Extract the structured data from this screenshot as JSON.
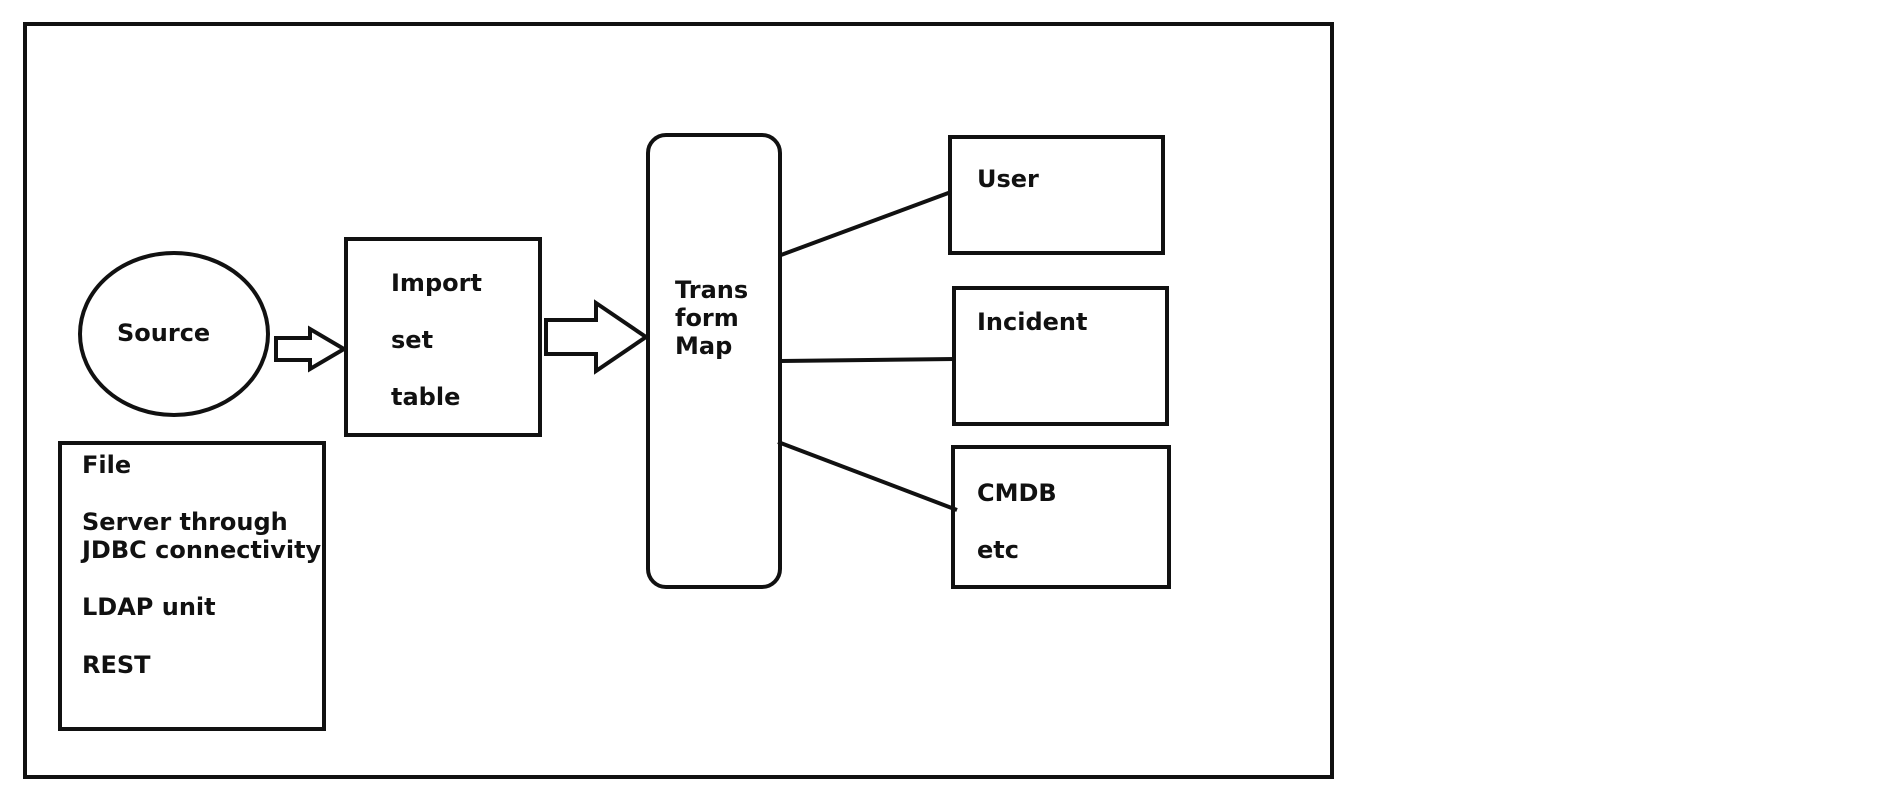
{
  "source": {
    "label": "Source"
  },
  "source_types": {
    "items": [
      "File",
      "Server through",
      "JDBC connectivity",
      "LDAP unit",
      "REST"
    ]
  },
  "import_set": {
    "lines": [
      "Import",
      "set",
      "table"
    ]
  },
  "transform_map": {
    "lines": [
      "Trans",
      "form",
      "Map"
    ]
  },
  "targets": {
    "user": "User",
    "incident": "Incident",
    "cmdb": "CMDB",
    "etc": "etc"
  },
  "colors": {
    "stroke": "#111111",
    "background": "#ffffff"
  }
}
